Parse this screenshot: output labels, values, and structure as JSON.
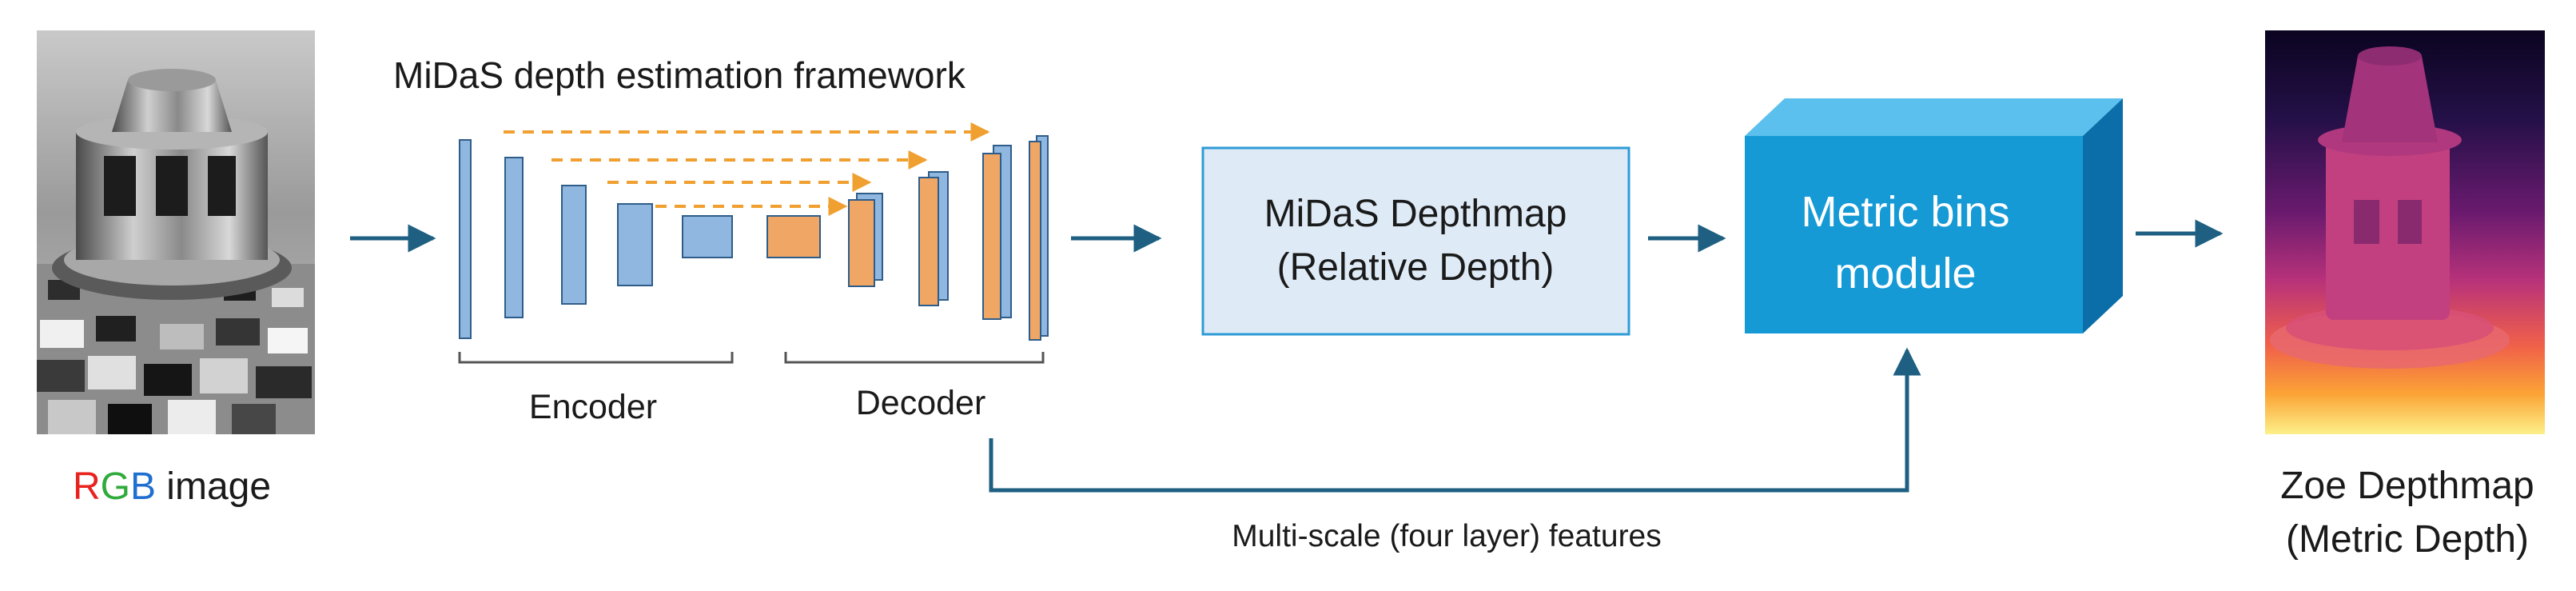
{
  "title": "MiDaS depth estimation framework",
  "input": {
    "label_letters": [
      "R",
      "G",
      "B"
    ],
    "label_letter_colors": [
      "#e8231f",
      "#2faa3b",
      "#1f6fd1"
    ],
    "label_rest": " image"
  },
  "encoder_label": "Encoder",
  "decoder_label": "Decoder",
  "midas_box": {
    "line1": "MiDaS Depthmap",
    "line2": "(Relative Depth)"
  },
  "metric_box": {
    "line1": "Metric bins",
    "line2": "module"
  },
  "features_label": "Multi-scale (four layer) features",
  "output": {
    "line1": "Zoe Depthmap",
    "line2": "(Metric Depth)"
  },
  "colors": {
    "encoder": "#90b7e0",
    "decoder": "#f0a765",
    "skip_arrow": "#f0a030",
    "flow_arrow": "#1e5f82",
    "midas_fill": "#deebf7",
    "midas_stroke": "#2e9bd6",
    "cube_front": "#169ad6",
    "cube_top": "#5bc0ee",
    "cube_side": "#0b6ea8"
  },
  "icons": [
    "rgb-photo",
    "depthmap-heatmap",
    "3d-cube"
  ]
}
